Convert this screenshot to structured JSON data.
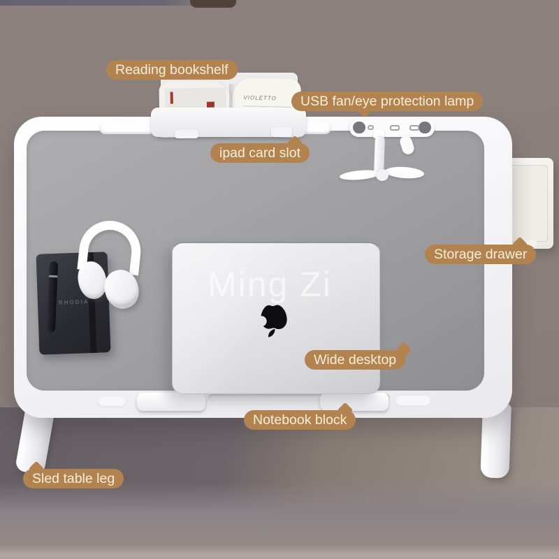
{
  "scene": {
    "watermark": "Ming Zi",
    "notebook_brand": "RHODIA",
    "book_title": "VIOLETTO"
  },
  "labels": {
    "reading_bookshelf": "Reading bookshelf",
    "usb_fan_lamp": "USB fan/eye protection lamp",
    "ipad_card_slot": "ipad card slot",
    "storage_drawer": "Storage drawer",
    "wide_desktop": "Wide desktop",
    "notebook_block": "Notebook block",
    "sled_table_leg": "Sled table leg"
  },
  "colors": {
    "label_background": "#b3834f",
    "label_text": "#f9eeda",
    "wall": "#8b7f7c",
    "floor_dark": "#6b6366",
    "floor_light": "#9a9089",
    "desk_frame": "#f5f5f7",
    "desk_surface": "#9c9c9f",
    "laptop_silver": "#e2e2e5",
    "marker_colors": [
      "#2f2f34",
      "#8e97cb",
      "#e79b76",
      "#e9bd53",
      "#bd8fa3",
      "#5db2a0"
    ]
  }
}
